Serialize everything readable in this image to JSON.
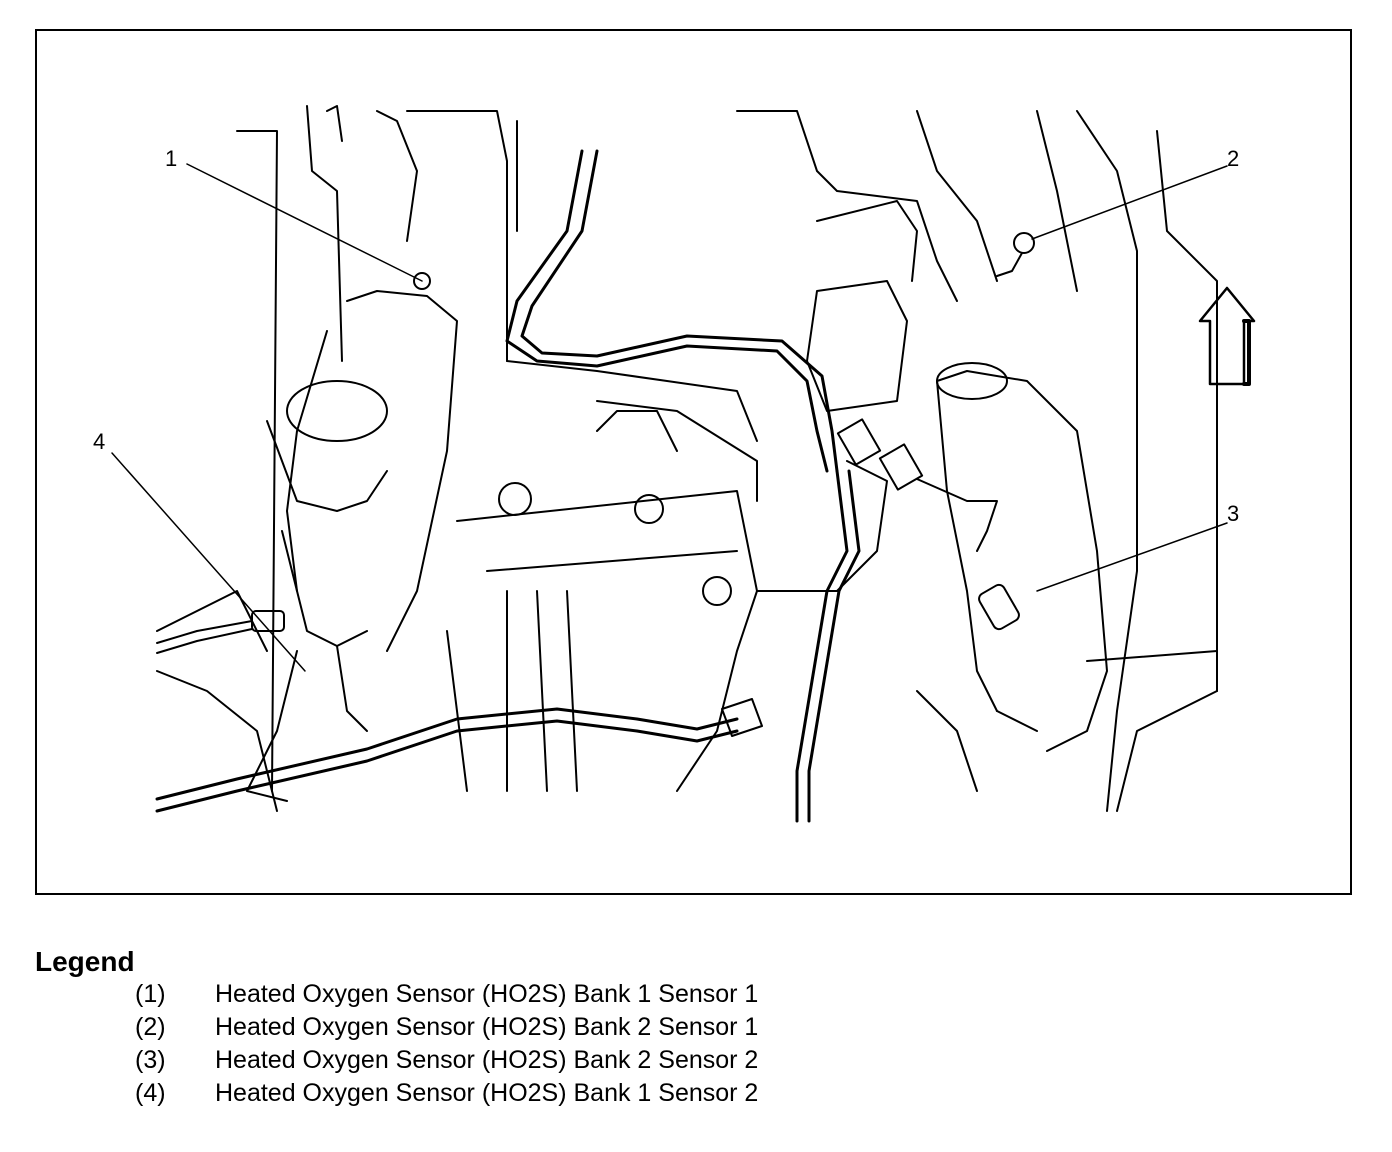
{
  "callouts": {
    "c1": "1",
    "c2": "2",
    "c3": "3",
    "c4": "4"
  },
  "legend": {
    "title": "Legend",
    "items": [
      {
        "num": "(1)",
        "text": "Heated Oxygen Sensor (HO2S) Bank 1 Sensor 1"
      },
      {
        "num": "(2)",
        "text": "Heated Oxygen Sensor (HO2S) Bank 2 Sensor 1"
      },
      {
        "num": "(3)",
        "text": "Heated Oxygen Sensor (HO2S) Bank 2 Sensor 2"
      },
      {
        "num": "(4)",
        "text": "Heated Oxygen Sensor (HO2S) Bank 1 Sensor 2"
      }
    ]
  },
  "colors": {
    "ink": "#000000",
    "paper": "#ffffff"
  },
  "icons": {
    "direction": "up-arrow-icon"
  }
}
